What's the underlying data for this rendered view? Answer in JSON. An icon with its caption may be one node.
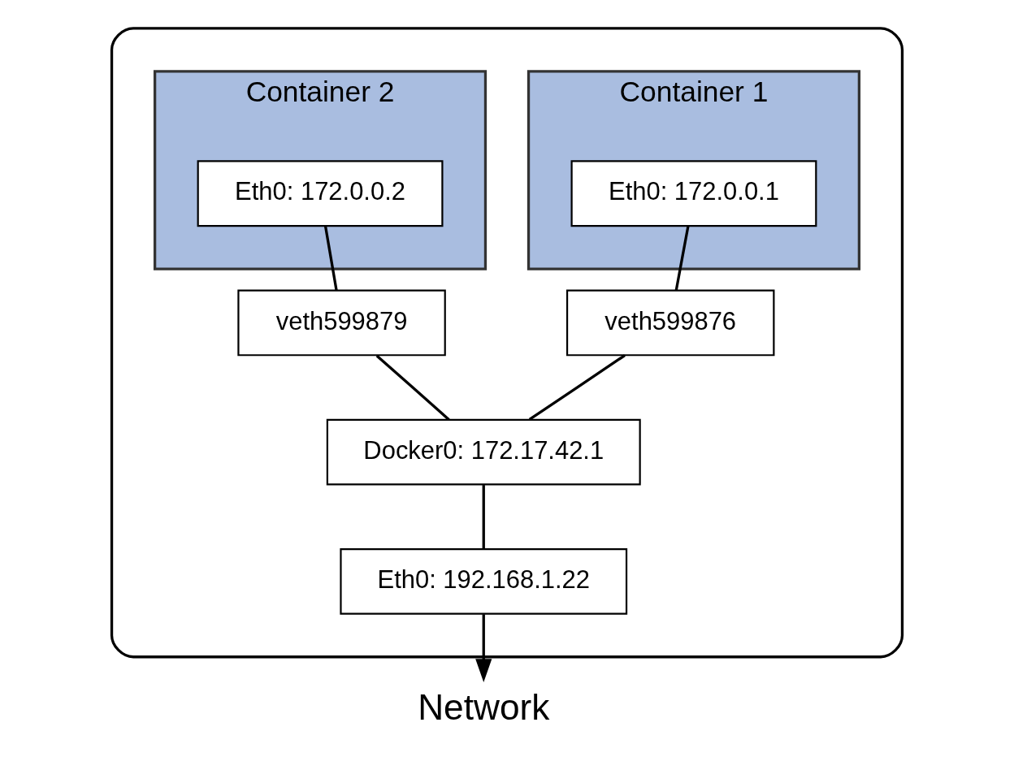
{
  "diagram": {
    "nodes": [
      {
        "text": [],
        "shape": "box"
      },
      {
        "text": [
          "Container 1"
        ],
        "in": 0
      },
      {
        "text": [
          "Eth0: 172.0.0.1"
        ],
        "in": 1
      },
      {
        "text": [
          "Container 2"
        ],
        "in": 0
      },
      {
        "text": [
          "Eth0: 172.0.0.2"
        ],
        "in": 3
      },
      {
        "text": [
          "veth599876"
        ],
        "in": 0
      },
      {
        "text": [
          "veth599879"
        ],
        "in": 0
      },
      {
        "text": [
          "Docker0: 172.17.42.1"
        ],
        "in": 0
      },
      {
        "text": [
          "Eth0: 192.168.1.22"
        ],
        "in": 0
      },
      {
        "text": [
          "Network"
        ]
      }
    ],
    "edges": [
      {
        "from": 2,
        "to": 5,
        "arrow": "none"
      },
      {
        "from": 4,
        "to": 6,
        "arrow": "none"
      },
      {
        "from": 5,
        "to": 7,
        "arrow": "none"
      },
      {
        "from": 6,
        "to": 7,
        "arrow": "none"
      },
      {
        "from": 7,
        "to": 8,
        "arrow": "none"
      },
      {
        "from": 8,
        "to": 9,
        "arrow": "to"
      }
    ]
  }
}
